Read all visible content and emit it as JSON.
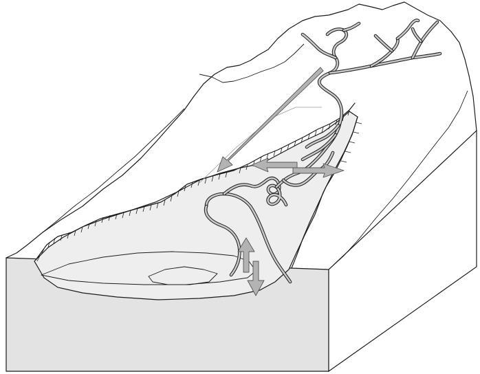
{
  "figure": {
    "colors": {
      "block_front": "#e3e3e3",
      "block_side": "#ffffff",
      "valley_fill": "#eeeeee",
      "channel": "#c9c9c9",
      "arrow_fill": "#b3b3b3",
      "outline": "#1a1a1a"
    },
    "arrows": [
      {
        "name": "downslope-arrow",
        "direction": "down-left"
      },
      {
        "name": "lateral-arrow-left",
        "direction": "left"
      },
      {
        "name": "lateral-arrow-right",
        "direction": "right"
      },
      {
        "name": "vertical-arrow-up",
        "direction": "up"
      },
      {
        "name": "vertical-arrow-down",
        "direction": "down"
      }
    ]
  }
}
